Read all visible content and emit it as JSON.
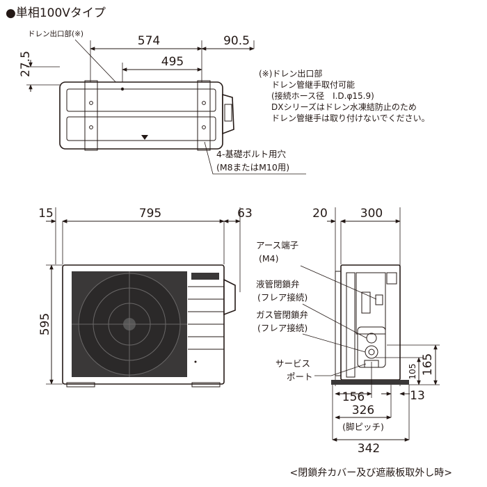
{
  "title": "●単相100Vタイプ",
  "top_view": {
    "drain_label": "ドレン出口部(※)",
    "dim_574": "574",
    "dim_90_5": "90.5",
    "dim_495": "495",
    "dim_27_5": "27.5",
    "bolt_label_1": "4-基礎ボルト用穴",
    "bolt_label_2": "(M8またはM10用)"
  },
  "note": {
    "line1": "(※)ドレン出口部",
    "line2": "ドレン管継手取付可能",
    "line3": "(接続ホース径　I.D.φ15.9)",
    "line4": "DXシリーズはドレン水凍結防止のため",
    "line5": "ドレン管継手は取り付けないでください。"
  },
  "front_view": {
    "dim_15": "15",
    "dim_795": "795",
    "dim_63": "63",
    "dim_595": "595"
  },
  "side_view": {
    "dim_20": "20",
    "dim_300": "300",
    "earth_1": "アース端子",
    "earth_2": "(M4)",
    "liquid_1": "液管閉鎖弁",
    "liquid_2": "(フレア接続)",
    "gas_1": "ガス管閉鎖弁",
    "gas_2": "(フレア接続)",
    "service_1": "サービス",
    "service_2": "ポート",
    "dim_105": "105",
    "dim_165": "165",
    "dim_156": "156",
    "dim_13": "13",
    "dim_326": "326",
    "pitch": "(脚ピッチ)",
    "dim_342": "342"
  },
  "caption": "<閉鎖弁カバー及び遮蔽板取外し時>"
}
